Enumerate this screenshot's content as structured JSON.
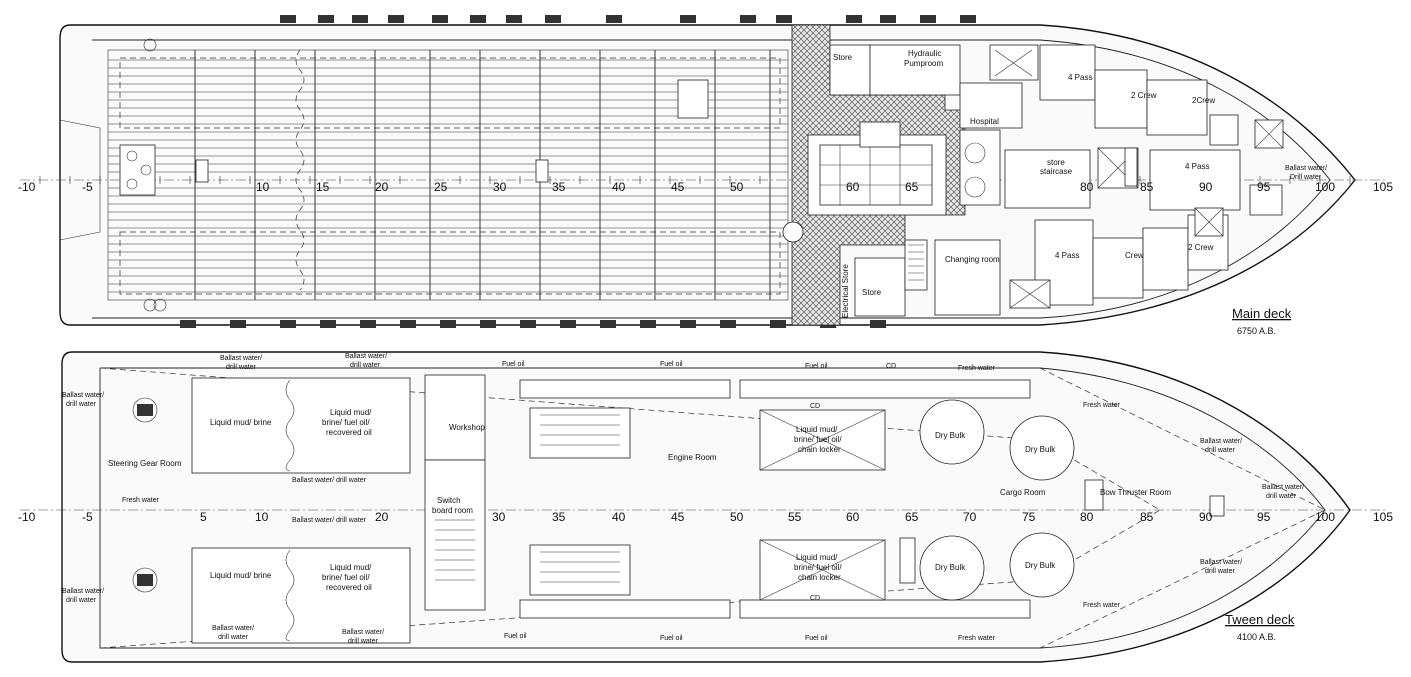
{
  "main_deck": {
    "title": "Main deck",
    "elevation": "6750 A.B.",
    "frame_labels": [
      "-10",
      "-5",
      "10",
      "15",
      "20",
      "25",
      "30",
      "35",
      "40",
      "45",
      "50",
      "60",
      "65",
      "80",
      "85",
      "90",
      "95",
      "100",
      "105"
    ],
    "rooms": {
      "store": "Store",
      "hydraulic": "Hydraulic",
      "pumproom": "Pumproom",
      "hospital": "Hospital",
      "four_pass_top": "4 Pass",
      "two_crew_a": "2 Crew",
      "two_crew_b": "2Crew",
      "store2": "store",
      "staircase": "staircase",
      "four_pass_right": "4 Pass",
      "ballast_water": "Ballast water/",
      "drill_water": "Drill water",
      "four_pass_bottom": "4 Pass",
      "crew": "Crew",
      "two_crew_c": "2 Crew",
      "changing_room": "Changing room",
      "electrical_store": "Electrical Store",
      "store3": "Store"
    }
  },
  "tween_deck": {
    "title": "Tween deck",
    "elevation": "4100 A.B.",
    "frame_labels": [
      "-10",
      "-5",
      "5",
      "10",
      "20",
      "30",
      "35",
      "40",
      "45",
      "50",
      "55",
      "60",
      "65",
      "70",
      "75",
      "80",
      "85",
      "90",
      "95",
      "100",
      "105"
    ],
    "rooms": {
      "ballast_drill_top1": "Ballast water/",
      "ballast_drill_top1b": "drill water",
      "ballast_drill_top2": "Ballast water/",
      "ballast_drill_top2b": "drill water",
      "fuel_oil_top1": "Fuel oil",
      "fuel_oil_top2": "Fuel oil",
      "fuel_oil_top3": "Fuel oil",
      "cd_top": "CD",
      "fresh_water_top": "Fresh water",
      "ballast_aft_top": "Ballast water/",
      "ballast_aft_topb": "drill water",
      "liquid_mud_brine_top": "Liquid mud/ brine",
      "liquid_mud_recovered_top_1": "Liquid mud/",
      "liquid_mud_recovered_top_2": "brine/ fuel oil/",
      "liquid_mud_recovered_top_3": "recovered oil",
      "workshop": "Workshop",
      "engine_room": "Engine Room",
      "cd_mid": "CD",
      "liquid_mud_chain_top_1": "Liquid mud/",
      "liquid_mud_chain_top_2": "brine/ fuel oil/",
      "liquid_mud_chain_top_3": "chain locker",
      "dry_bulk_1": "Dry Bulk",
      "dry_bulk_2": "Dry Bulk",
      "dry_bulk_3": "Dry Bulk",
      "dry_bulk_4": "Dry Bulk",
      "fresh_water_fwd_top": "Fresh water",
      "ballast_fwd_top": "Ballast water/",
      "ballast_fwd_topb": "drill water",
      "steering_gear": "Steering Gear Room",
      "fresh_water_aft": "Fresh water",
      "ballast_drill_mid": "Ballast water/ drill water",
      "ballast_drill_mid2": "Ballast water/ drill water",
      "switch": "Switch",
      "board_room": "board room",
      "cargo_room": "Cargo Room",
      "bow_thruster": "Bow Thruster Room",
      "ballast_bow": "Ballast water/",
      "ballast_bowb": "drill water",
      "liquid_mud_brine_bot": "Liquid mud/ brine",
      "liquid_mud_recovered_bot_1": "Liquid mud/",
      "liquid_mud_recovered_bot_2": "brine/ fuel oil/",
      "liquid_mud_recovered_bot_3": "recovered oil",
      "liquid_mud_chain_bot_1": "Liquid mud/",
      "liquid_mud_chain_bot_2": "brine/ fuel oil/",
      "liquid_mud_chain_bot_3": "chain locker",
      "cd_bot": "CD",
      "ballast_aft_bot": "Ballast water/",
      "ballast_aft_botb": "drill water",
      "fresh_water_fwd_bot": "Fresh water",
      "ballast_fwd_bot": "Ballast water/",
      "ballast_fwd_botb": "drill water",
      "ballast_drill_bot1": "Ballast water/",
      "ballast_drill_bot1b": "drill water",
      "ballast_drill_bot2": "Ballast water/",
      "ballast_drill_bot2b": "drill water",
      "fuel_oil_bot1": "Fuel oil",
      "fuel_oil_bot2": "Fuel oil",
      "fuel_oil_bot3": "Fuel oil",
      "fresh_water_bot": "Fresh water"
    }
  }
}
